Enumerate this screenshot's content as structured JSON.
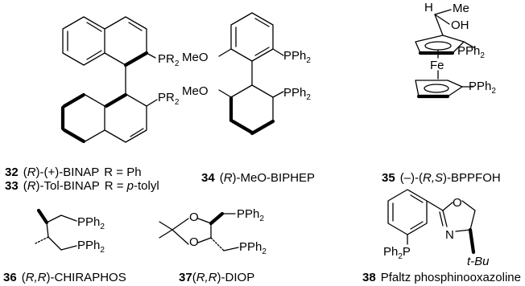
{
  "compounds": [
    {
      "id": "binap",
      "atoms": {
        "p1": "PR",
        "p1sub": "2",
        "p2": "PR",
        "p2sub": "2"
      },
      "captions": [
        {
          "num": "32",
          "stereo": "(R)",
          "name": "-(+)-BINAP",
          "extra": "R = Ph"
        },
        {
          "num": "33",
          "stereo": "(R)",
          "name": "-Tol-BINAP",
          "extra_prefix": "R = ",
          "extra_italic": "p",
          "extra_suffix": "-tolyl"
        }
      ]
    },
    {
      "id": "meobiphep",
      "atoms": {
        "o1": "MeO",
        "o2": "MeO",
        "p1": "PPh",
        "p1sub": "2",
        "p2": "PPh",
        "p2sub": "2"
      },
      "caption": {
        "num": "34",
        "stereo": "(R)",
        "name": "-MeO-BIPHEP"
      }
    },
    {
      "id": "bppfoh",
      "atoms": {
        "h": "H",
        "me": "Me",
        "oh": "OH",
        "p1": "PPh",
        "p1sub": "2",
        "fe": "Fe",
        "p2": "PPh",
        "p2sub": "2"
      },
      "caption": {
        "num": "35",
        "pre": "(–)-(",
        "stereo": "R,S",
        "post": ")-BPPFOH"
      }
    },
    {
      "id": "chiraphos",
      "atoms": {
        "p1": "PPh",
        "p1sub": "2",
        "p2": "PPh",
        "p2sub": "2"
      },
      "caption": {
        "num": "36",
        "pre": "(",
        "stereo": "R,R",
        "post": ")-CHIRAPHOS"
      }
    },
    {
      "id": "diop",
      "atoms": {
        "o1": "O",
        "o2": "O",
        "p1": "PPh",
        "p1sub": "2",
        "p2": "PPh",
        "p2sub": "2"
      },
      "caption": {
        "num": "37",
        "pre": "(",
        "stereo": "R,R",
        "post": ")-DIOP"
      }
    },
    {
      "id": "phox",
      "atoms": {
        "p": "Ph",
        "psub": "2",
        "pletter": "P",
        "n": "N",
        "o": "O",
        "tbu": "t-Bu"
      },
      "caption": {
        "num": "38",
        "name": "Pfaltz phosphinooxazoline"
      }
    }
  ]
}
